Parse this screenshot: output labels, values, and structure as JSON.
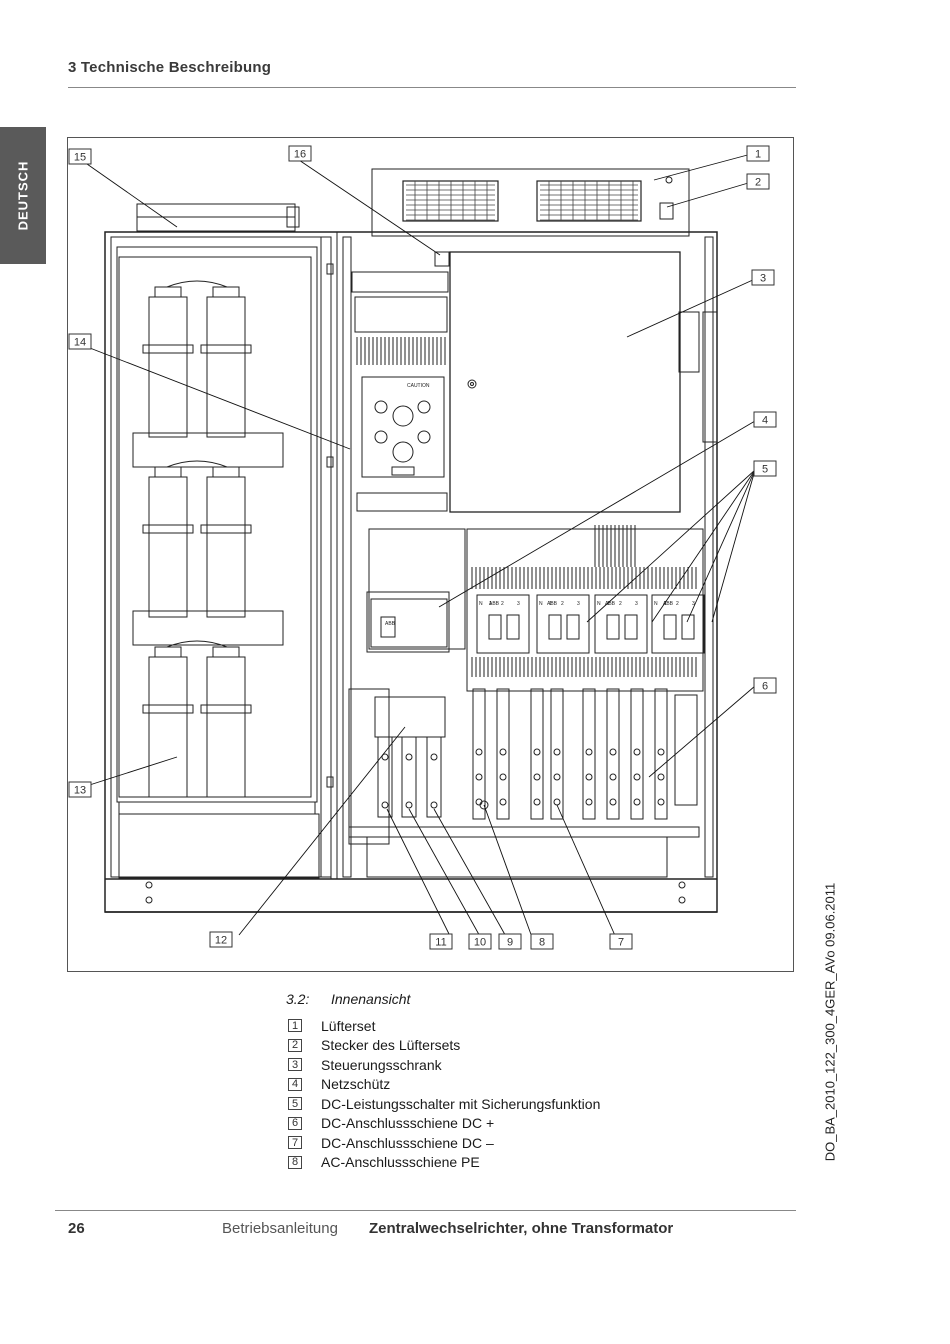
{
  "header": {
    "chapter": "3 Technische Beschreibung"
  },
  "sidebar": {
    "language_tab": "DEUTSCH"
  },
  "figure": {
    "callouts": [
      "1",
      "2",
      "3",
      "4",
      "5",
      "6",
      "7",
      "8",
      "9",
      "10",
      "11",
      "12",
      "13",
      "14",
      "15",
      "16"
    ],
    "device_texts": [
      "ABB",
      "N",
      "1",
      "2",
      "3",
      "CAUTION"
    ]
  },
  "caption": {
    "number": "3.2:",
    "title": "Innenansicht"
  },
  "legend": [
    {
      "num": "1",
      "label": "Lüfterset"
    },
    {
      "num": "2",
      "label": "Stecker des Lüftersets"
    },
    {
      "num": "3",
      "label": "Steuerungsschrank"
    },
    {
      "num": "4",
      "label": "Netzschütz"
    },
    {
      "num": "5",
      "label": "DC-Leistungsschalter mit Sicherungsfunktion"
    },
    {
      "num": "6",
      "label": "DC-Anschlussschiene DC +"
    },
    {
      "num": "7",
      "label": "DC-Anschlussschiene DC –"
    },
    {
      "num": "8",
      "label": "AC-Anschlussschiene PE"
    }
  ],
  "side_code": "DO_BA_2010_122_300_4GER_AVo   09.06.2011",
  "footer": {
    "page_number": "26",
    "doc_type": "Betriebsanleitung",
    "doc_title": "Zentralwechselrichter, ohne Transformator"
  }
}
